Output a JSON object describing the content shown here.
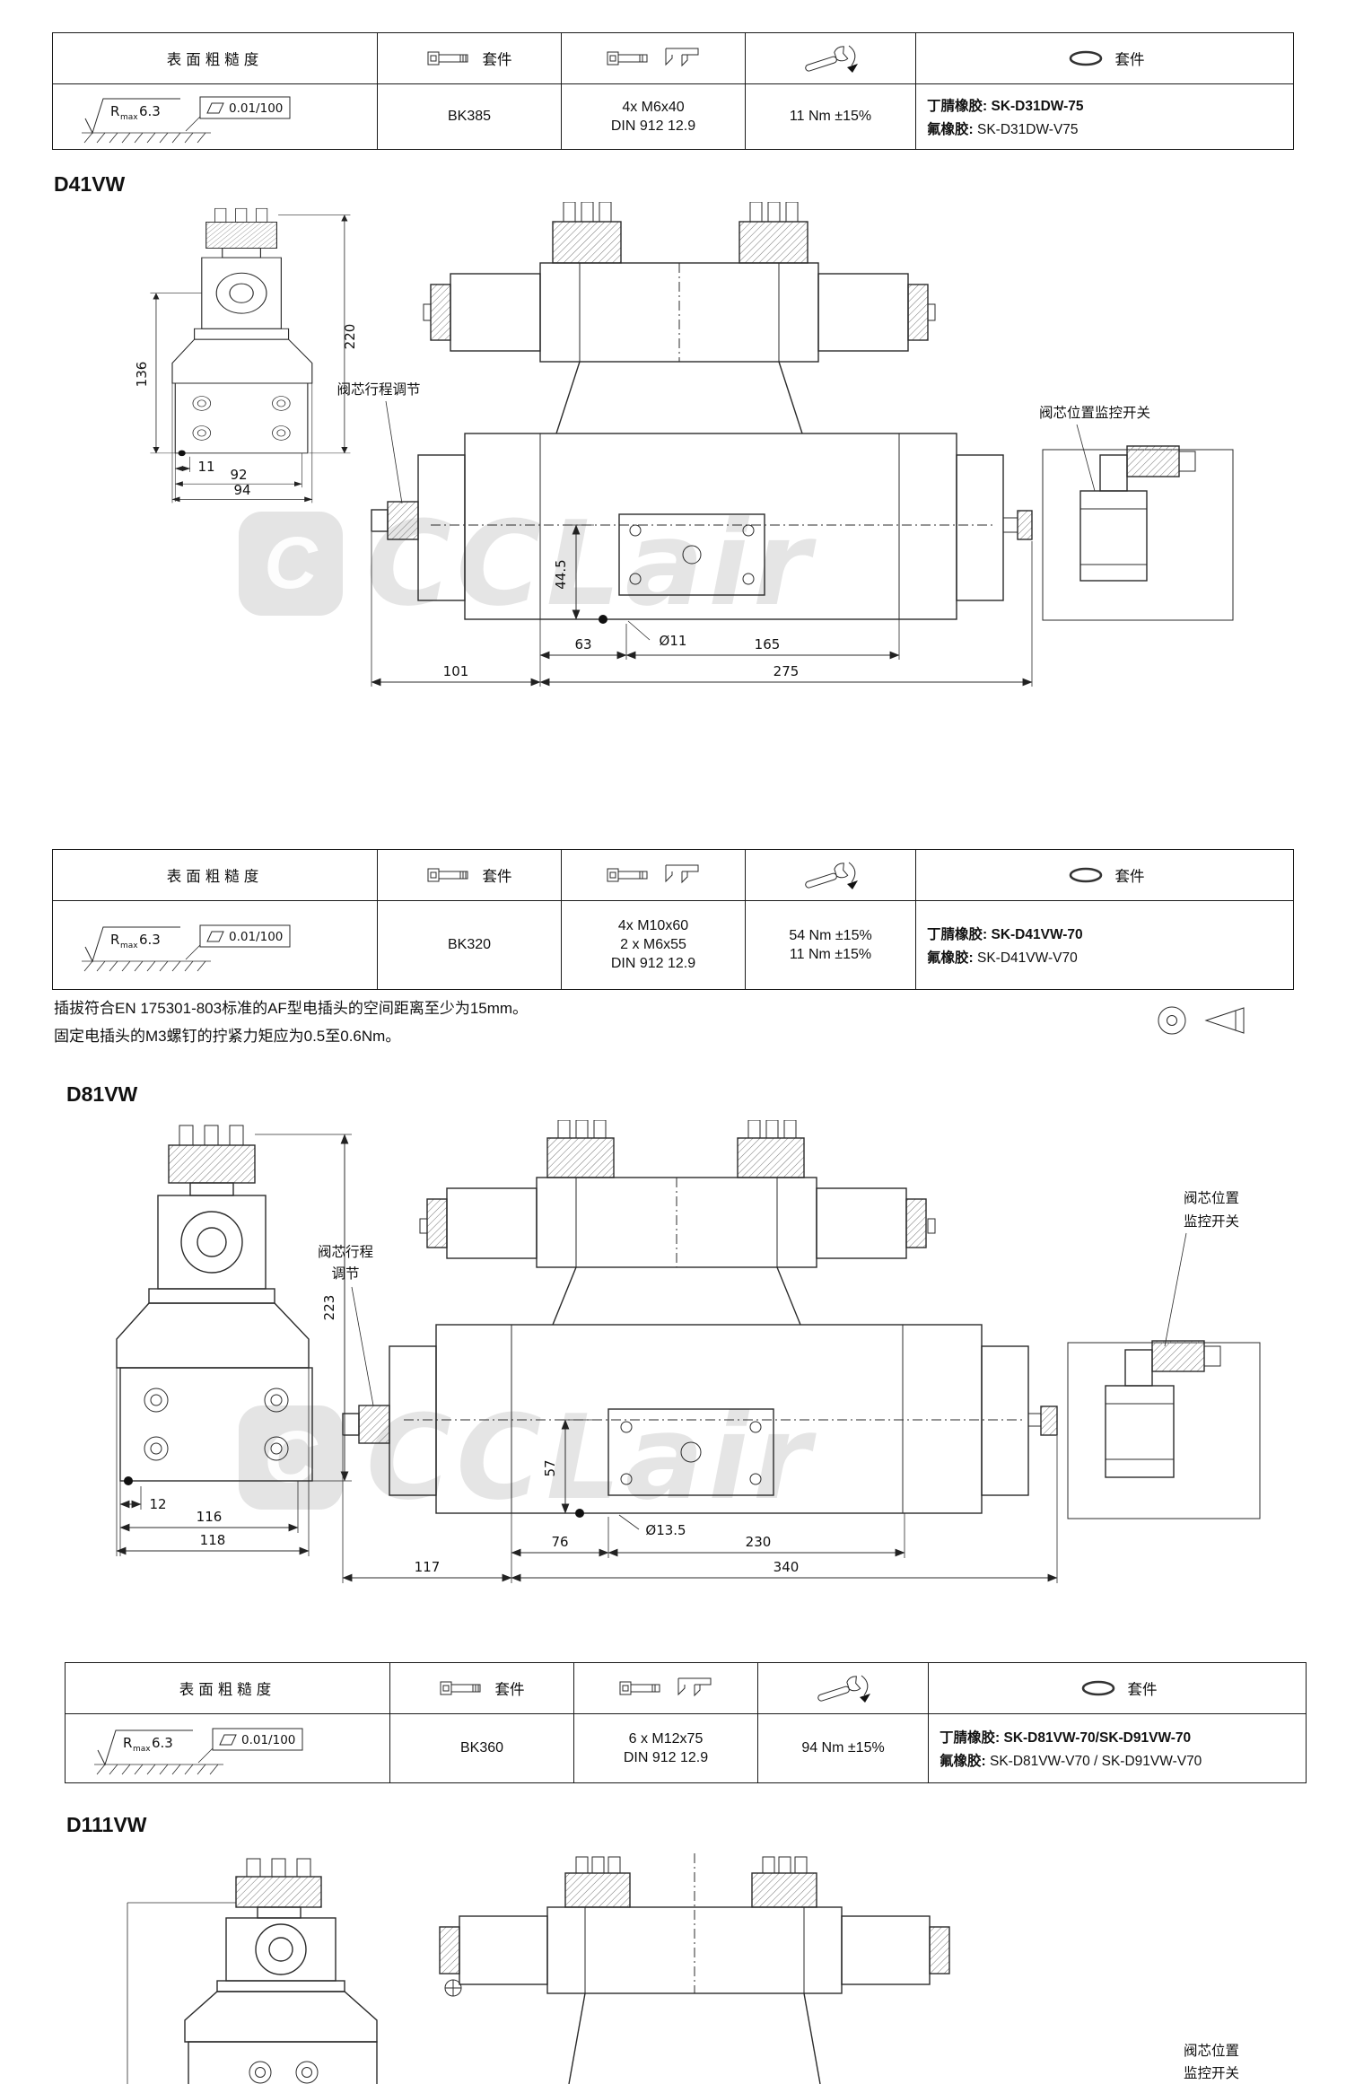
{
  "watermark": {
    "text": "CCLair",
    "logo_letter": "C"
  },
  "table_header": {
    "roughness": "表面粗糙度",
    "kit": "套件",
    "seal": "套件"
  },
  "roughness_symbol": {
    "r": "R",
    "max": "max",
    "value": "6.3",
    "tolerance": "0.01/100"
  },
  "tables": [
    {
      "kit": "BK385",
      "bolt_lines": [
        "4x M6x40",
        "DIN 912 12.9"
      ],
      "torque_lines": [
        "11 Nm ±15%"
      ],
      "seal_nbr_label": "丁腈橡胶:",
      "seal_nbr": "SK-D31DW-75",
      "seal_fkm_label": "氟橡胶:",
      "seal_fkm": "SK-D31DW-V75"
    },
    {
      "kit": "BK320",
      "bolt_lines": [
        "4x M10x60",
        "2 x M6x55",
        "DIN 912 12.9"
      ],
      "torque_lines": [
        "54 Nm ±15%",
        "11 Nm ±15%"
      ],
      "seal_nbr_label": "丁腈橡胶:",
      "seal_nbr": "SK-D41VW-70",
      "seal_fkm_label": "氟橡胶:",
      "seal_fkm": "SK-D41VW-V70"
    },
    {
      "kit": "BK360",
      "bolt_lines": [
        "6 x M12x75",
        "DIN 912 12.9"
      ],
      "torque_lines": [
        "94 Nm ±15%"
      ],
      "seal_nbr_label": "丁腈橡胶:",
      "seal_nbr": "SK-D81VW-70/SK-D91VW-70",
      "seal_fkm_label": "氟橡胶:",
      "seal_fkm": "SK-D81VW-V70 / SK-D91VW-V70"
    }
  ],
  "sections": {
    "s1": "D41VW",
    "s2": "D81VW",
    "s3": "D111VW"
  },
  "notes": {
    "line1": "插拔符合EN 175301-803标准的AF型电插头的空间距离至少为15mm。",
    "line2": "固定电插头的M3螺钉的拧紧力矩应为0.5至0.6Nm。"
  },
  "d41vw": {
    "label_stroke_adjust": "阀芯行程调节",
    "label_switch": "阀芯位置监控开关",
    "dims": {
      "height_total": "220",
      "height_body": "136",
      "w11": "11",
      "w92": "92",
      "w94": "94",
      "w101": "101",
      "w63": "63",
      "h44_5": "44.5",
      "dia": "Ø11",
      "w165": "165",
      "w275": "275"
    }
  },
  "d81vw": {
    "label_stroke_adjust_1": "阀芯行程",
    "label_stro_2": "",
    "label_stroke_adjust_2": "调节",
    "label_switch_1": "阀芯位置",
    "label_switch_2": "监控开关",
    "dims": {
      "height_total": "223",
      "w12": "12",
      "w116": "116",
      "w118": "118",
      "w117": "117",
      "w76": "76",
      "h57": "57",
      "dia": "Ø13.5",
      "w230": "230",
      "w340": "340"
    }
  },
  "d111vw": {
    "label_switch_1": "阀芯位置",
    "label_switch_2": "监控开关"
  }
}
